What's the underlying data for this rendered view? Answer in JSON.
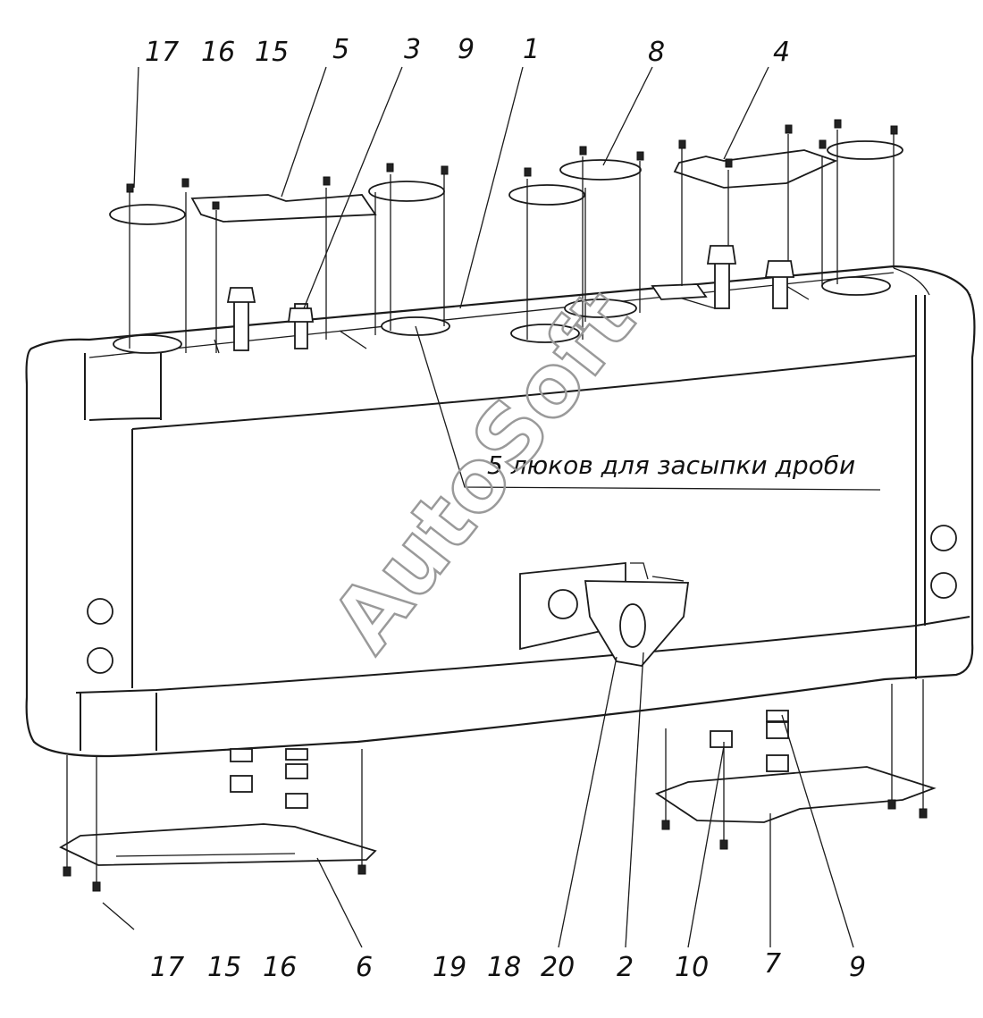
{
  "watermark": "AutoSoft",
  "annotation": "5 люков для засыпки дроби",
  "callouts_top": [
    "17",
    "16",
    "15",
    "5",
    "3",
    "9",
    "1",
    "8",
    "4"
  ],
  "callouts_bottom": [
    "17",
    "15",
    "16",
    "6",
    "19",
    "18",
    "20",
    "2",
    "10",
    "7",
    "9"
  ]
}
